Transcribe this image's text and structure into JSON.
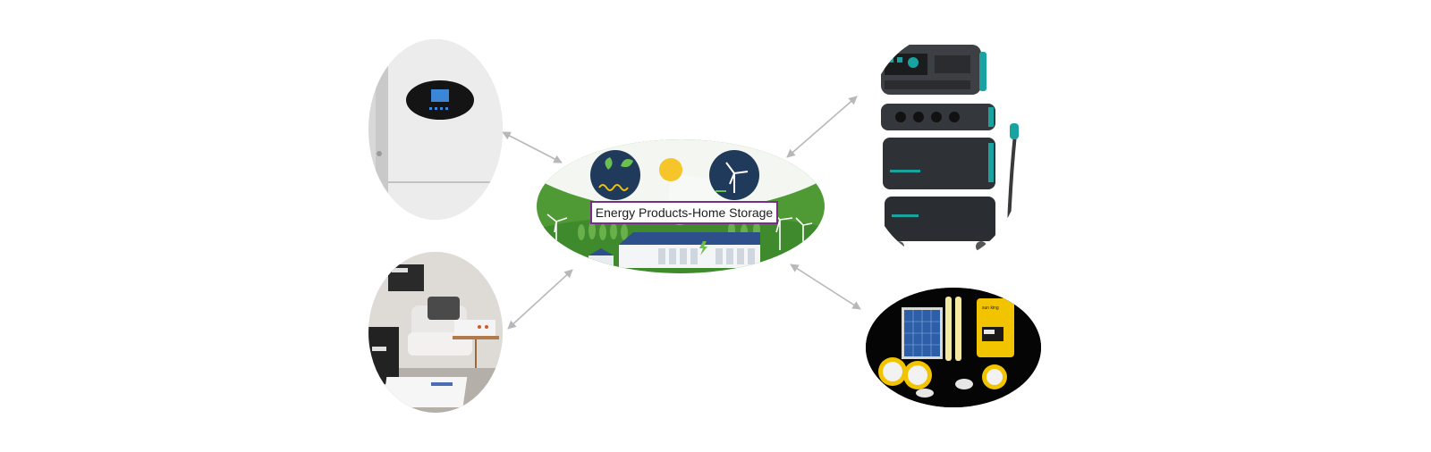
{
  "center": {
    "label": "Energy Products-Home Storage",
    "icons": [
      "leaf-energy-icon",
      "sun-icon",
      "wind-turbine-icon"
    ],
    "colors": {
      "field": "#4f9a35",
      "label_border": "#7b2c8a",
      "sky": "#eef4ee",
      "icon_circle": "#1f3a5a"
    }
  },
  "products": [
    {
      "id": "wall-inverter",
      "icon": "inverter-icon"
    },
    {
      "id": "stacked-battery-system",
      "icon": "battery-stack-icon"
    },
    {
      "id": "home-storage-living-room",
      "icon": "home-battery-icon"
    },
    {
      "id": "solar-home-lighting-kit",
      "icon": "solar-panel-icon"
    }
  ],
  "logos": {
    "stack_brand": "",
    "solar_brand": "sun king"
  },
  "colors": {
    "arrow": "#b8b8b8",
    "accent_teal": "#19a3a0",
    "kit_yellow": "#f2c400"
  }
}
